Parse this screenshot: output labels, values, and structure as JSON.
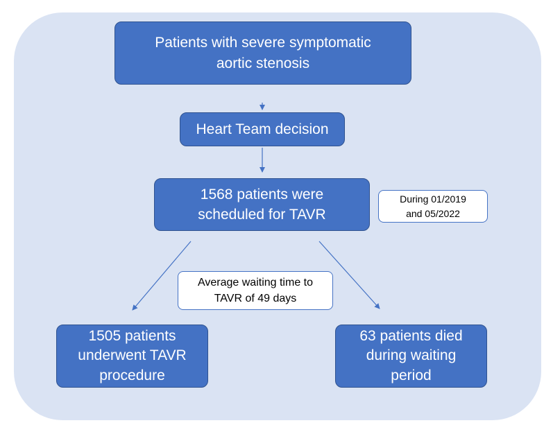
{
  "flowchart": {
    "nodes": {
      "patients": {
        "text": "Patients with severe symptomatic\naortic stenosis"
      },
      "heart_team": {
        "text": "Heart Team decision"
      },
      "scheduled": {
        "text": "1568 patients were\nscheduled for TAVR"
      },
      "period_note": {
        "text": "During 01/2019\nand 05/2022"
      },
      "waiting_note": {
        "text": "Average waiting time to\nTAVR of 49 days"
      },
      "underwent": {
        "text": "1505 patients\nunderwent TAVR\nprocedure"
      },
      "died": {
        "text": "63 patients died\nduring waiting\nperiod"
      }
    },
    "edges": [
      {
        "from": "patients",
        "to": "heart_team"
      },
      {
        "from": "heart_team",
        "to": "scheduled"
      },
      {
        "from": "scheduled",
        "to": "underwent"
      },
      {
        "from": "scheduled",
        "to": "died"
      }
    ],
    "colors": {
      "box_fill": "#4472c4",
      "box_border": "#2f528f",
      "box_text": "#ffffff",
      "panel_background": "#dae3f3",
      "note_fill": "#ffffff",
      "note_border": "#4472c4",
      "arrow": "#4472c4"
    }
  }
}
